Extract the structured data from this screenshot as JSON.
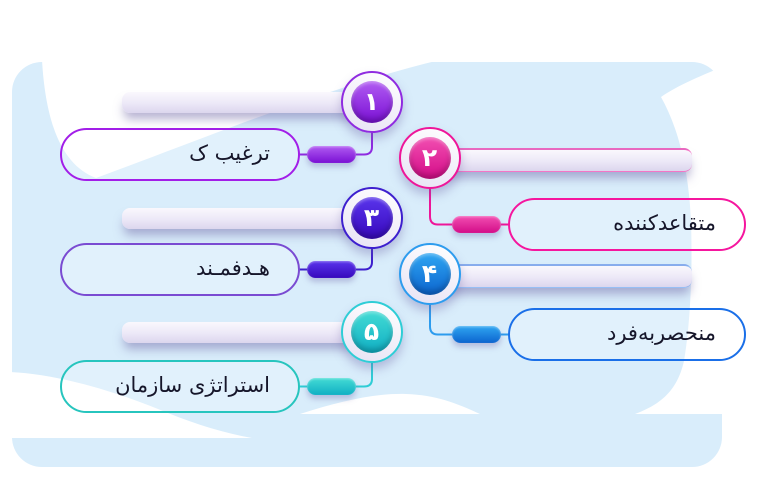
{
  "background": {
    "page_color": "#ffffff",
    "blob_color": "#D9EDFB"
  },
  "items": [
    {
      "number": "۱",
      "label": "ترغیب ک",
      "label_clipped_by_background": true,
      "side": "left",
      "accent": "#A21EE8",
      "ring": "#8F2BE0",
      "grad_top": "#B15CF2",
      "grad_bottom": "#7A10D4"
    },
    {
      "number": "۲",
      "label": "متقاعدکننده",
      "side": "right",
      "accent": "#F5169E",
      "ring": "#EE1699",
      "grad_top": "#F24FB2",
      "grad_bottom": "#D30C88",
      "bar_edge": "rgba(240,30,160,0.6)"
    },
    {
      "number": "۳",
      "label": "هـدفمـند",
      "side": "left",
      "accent": "#7A4BD2",
      "ring": "#3D1FCE",
      "grad_top": "#5A35EC",
      "grad_bottom": "#3708BC"
    },
    {
      "number": "۴",
      "label": "منحصربه‌فرد",
      "side": "right",
      "accent": "#1A6FE8",
      "ring": "#2D9CEE",
      "grad_top": "#2FA6F2",
      "grad_bottom": "#0C64CE",
      "bar_edge": "rgba(30,120,235,0.45)"
    },
    {
      "number": "۵",
      "label": "استراتژی سازمان",
      "side": "left",
      "accent": "#27C5BE",
      "ring": "#2FCDD6",
      "grad_top": "#43DBD4",
      "grad_bottom": "#10AFC4"
    }
  ]
}
